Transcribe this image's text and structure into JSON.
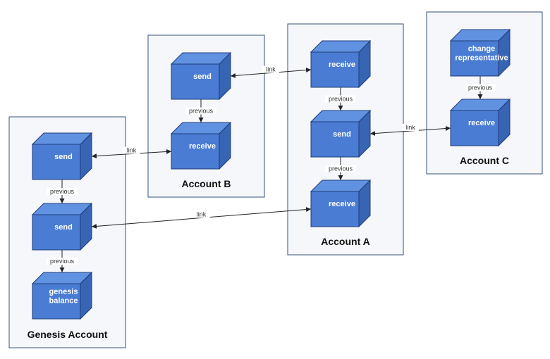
{
  "colors": {
    "container_fill": "#F5F7FB",
    "container_stroke": "#36507A",
    "block_front": "#4A7CD3",
    "block_side": "#3864B4",
    "block_top": "#6192E2",
    "block_stroke": "#1F3D7A",
    "edge": "#222222"
  },
  "accounts": [
    {
      "id": "genesis",
      "name": "Genesis Account"
    },
    {
      "id": "b",
      "name": "Account B"
    },
    {
      "id": "a",
      "name": "Account A"
    },
    {
      "id": "c",
      "name": "Account C"
    }
  ],
  "blocks": [
    {
      "id": "g_send1",
      "account": "genesis",
      "lines": [
        "send"
      ]
    },
    {
      "id": "g_send2",
      "account": "genesis",
      "lines": [
        "send"
      ]
    },
    {
      "id": "g_bal",
      "account": "genesis",
      "lines": [
        "genesis",
        "balance"
      ]
    },
    {
      "id": "b_send",
      "account": "b",
      "lines": [
        "send"
      ]
    },
    {
      "id": "b_recv",
      "account": "b",
      "lines": [
        "receive"
      ]
    },
    {
      "id": "a_recv1",
      "account": "a",
      "lines": [
        "receive"
      ]
    },
    {
      "id": "a_send",
      "account": "a",
      "lines": [
        "send"
      ]
    },
    {
      "id": "a_recv2",
      "account": "a",
      "lines": [
        "receive"
      ]
    },
    {
      "id": "c_change",
      "account": "c",
      "lines": [
        "change",
        "representative"
      ]
    },
    {
      "id": "c_recv",
      "account": "c",
      "lines": [
        "receive"
      ]
    }
  ],
  "edges": [
    {
      "id": "e1",
      "from": "g_send1",
      "to": "g_send2",
      "label": "previous",
      "kind": "previous"
    },
    {
      "id": "e2",
      "from": "g_send2",
      "to": "g_bal",
      "label": "previous",
      "kind": "previous"
    },
    {
      "id": "e3",
      "from": "b_send",
      "to": "b_recv",
      "label": "previous",
      "kind": "previous"
    },
    {
      "id": "e4",
      "from": "a_recv1",
      "to": "a_send",
      "label": "previous",
      "kind": "previous"
    },
    {
      "id": "e5",
      "from": "a_send",
      "to": "a_recv2",
      "label": "previous",
      "kind": "previous"
    },
    {
      "id": "e6",
      "from": "c_change",
      "to": "c_recv",
      "label": "previous",
      "kind": "previous"
    },
    {
      "id": "e7",
      "from": "g_send1",
      "to": "b_recv",
      "label": "link",
      "kind": "link"
    },
    {
      "id": "e8",
      "from": "b_send",
      "to": "a_recv1",
      "label": "link",
      "kind": "link"
    },
    {
      "id": "e9",
      "from": "g_send2",
      "to": "a_recv2",
      "label": "link",
      "kind": "link"
    },
    {
      "id": "e10",
      "from": "a_send",
      "to": "c_recv",
      "label": "link",
      "kind": "link"
    }
  ]
}
